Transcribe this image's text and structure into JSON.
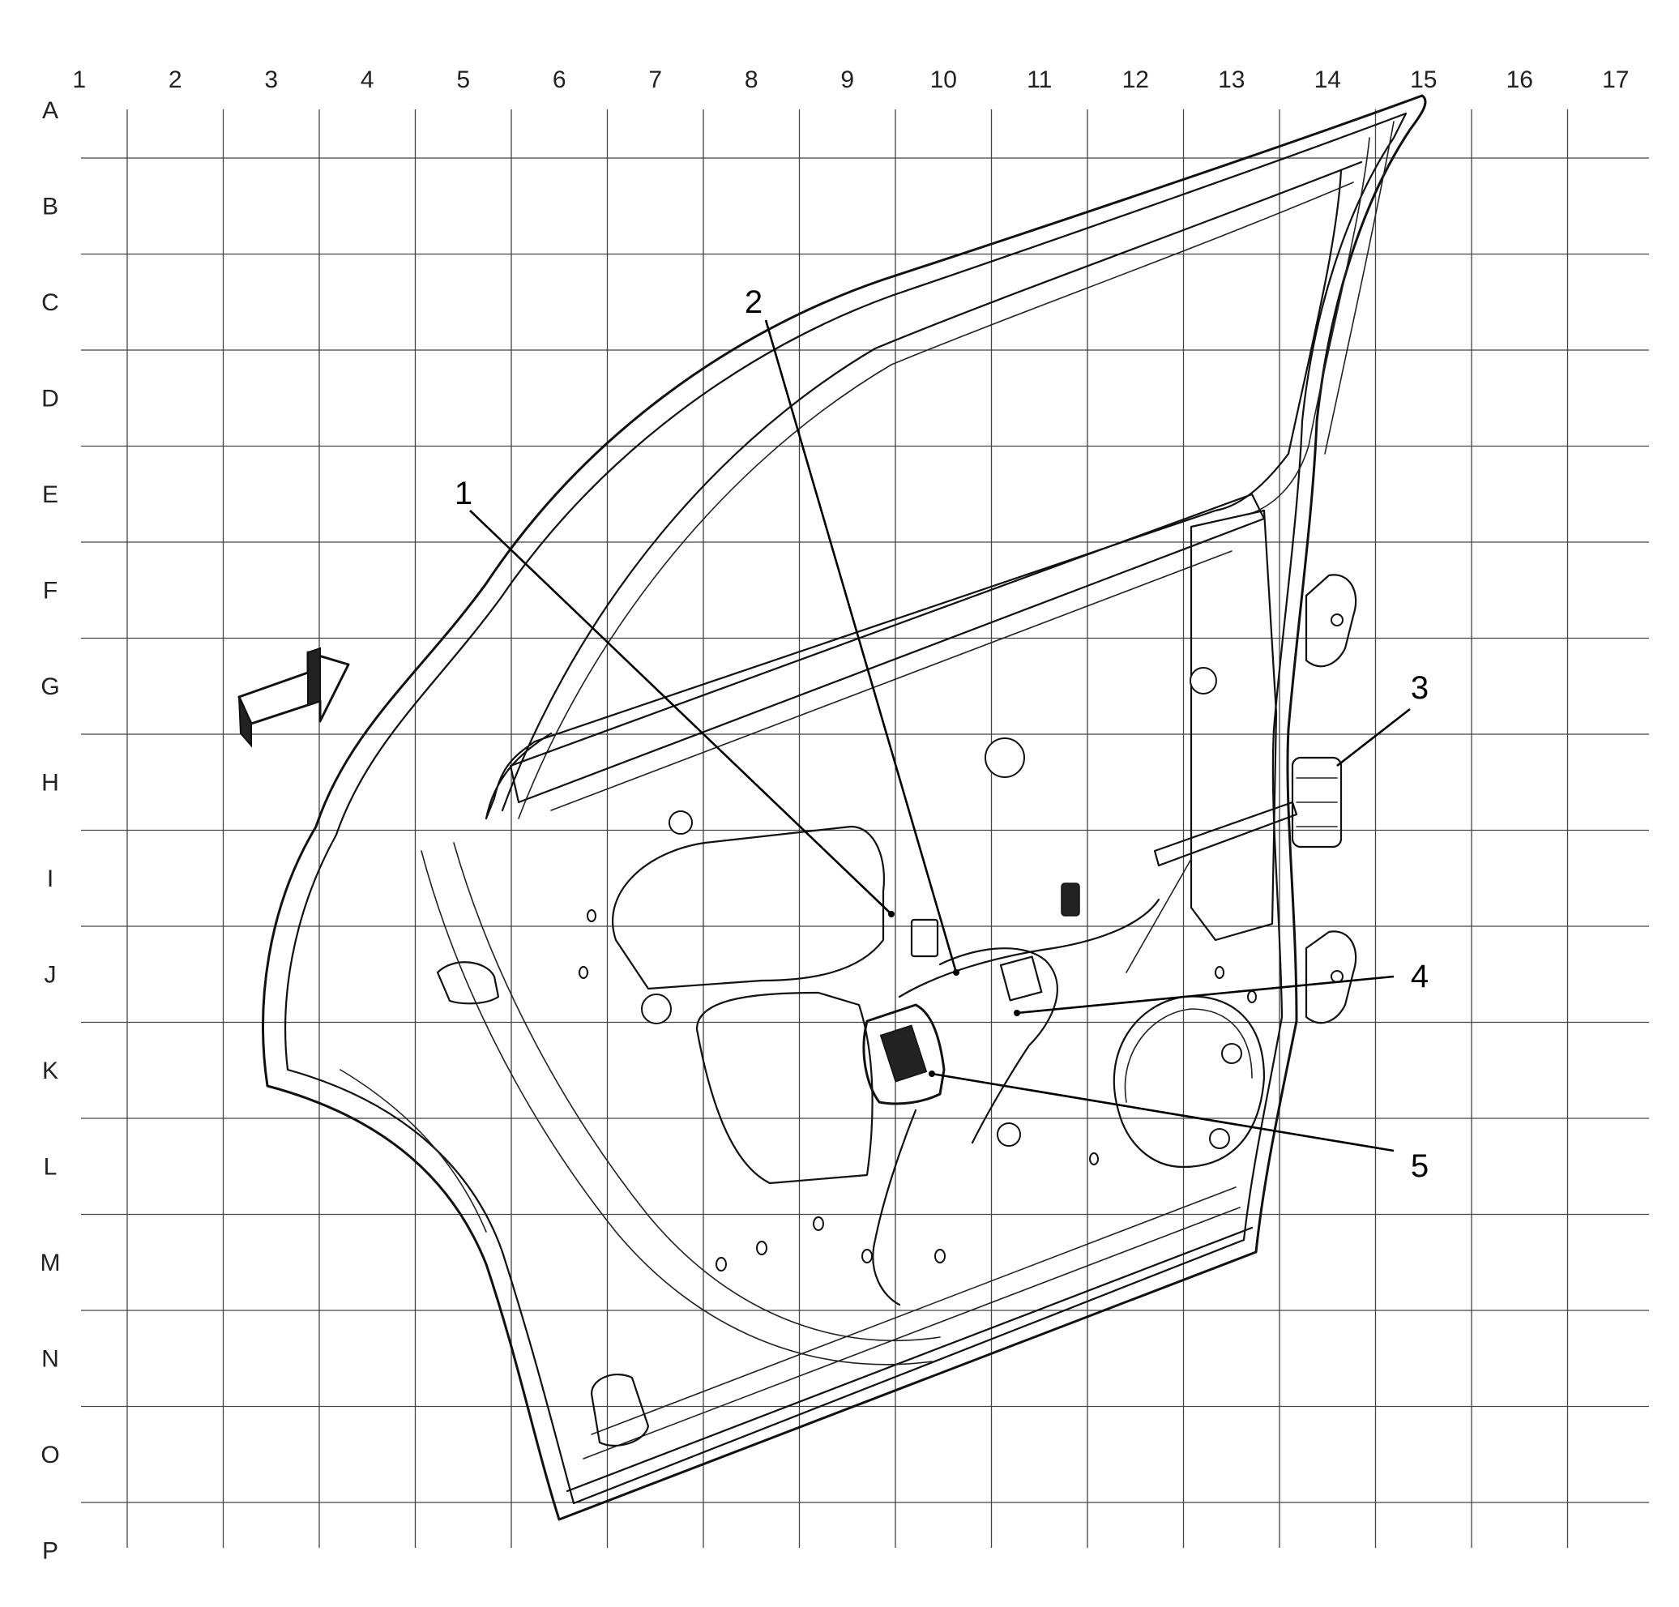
{
  "grid": {
    "columns": [
      "1",
      "2",
      "3",
      "4",
      "5",
      "6",
      "7",
      "8",
      "9",
      "10",
      "11",
      "12",
      "13",
      "14",
      "15",
      "16",
      "17"
    ],
    "rows": [
      "A",
      "B",
      "C",
      "D",
      "E",
      "F",
      "G",
      "H",
      "I",
      "J",
      "K",
      "L",
      "M",
      "N",
      "O",
      "P"
    ]
  },
  "callouts": [
    "1",
    "2",
    "3",
    "4",
    "5"
  ],
  "colors": {
    "line": "#111111",
    "grid": "#444444",
    "background": "#ffffff"
  },
  "icons": {
    "direction_arrow": "front-arrow-icon"
  }
}
